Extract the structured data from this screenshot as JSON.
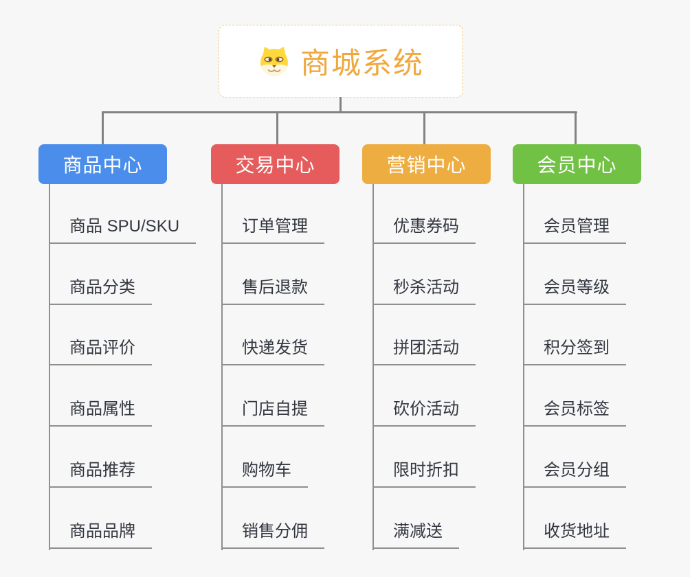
{
  "root": {
    "title": "商城系统",
    "icon": "doge-icon",
    "title_color": "#F0A83C",
    "border_color": "#F3C77C"
  },
  "branches": [
    {
      "label": "商品中心",
      "color": "#4A8DEB",
      "items": [
        "商品 SPU/SKU",
        "商品分类",
        "商品评价",
        "商品属性",
        "商品推荐",
        "商品品牌"
      ]
    },
    {
      "label": "交易中心",
      "color": "#E65C5C",
      "items": [
        "订单管理",
        "售后退款",
        "快递发货",
        "门店自提",
        "购物车",
        "销售分佣"
      ]
    },
    {
      "label": "营销中心",
      "color": "#EEAD41",
      "items": [
        "优惠券码",
        "秒杀活动",
        "拼团活动",
        "砍价活动",
        "限时折扣",
        "满减送"
      ]
    },
    {
      "label": "会员中心",
      "color": "#71C144",
      "items": [
        "会员管理",
        "会员等级",
        "积分签到",
        "会员标签",
        "会员分组",
        "收货地址"
      ]
    }
  ],
  "colors": {
    "background": "#F7F7F7",
    "connector": "#828282",
    "underline": "#8F8F8F",
    "item_text": "#333740",
    "header_text": "#FFFFFF"
  }
}
